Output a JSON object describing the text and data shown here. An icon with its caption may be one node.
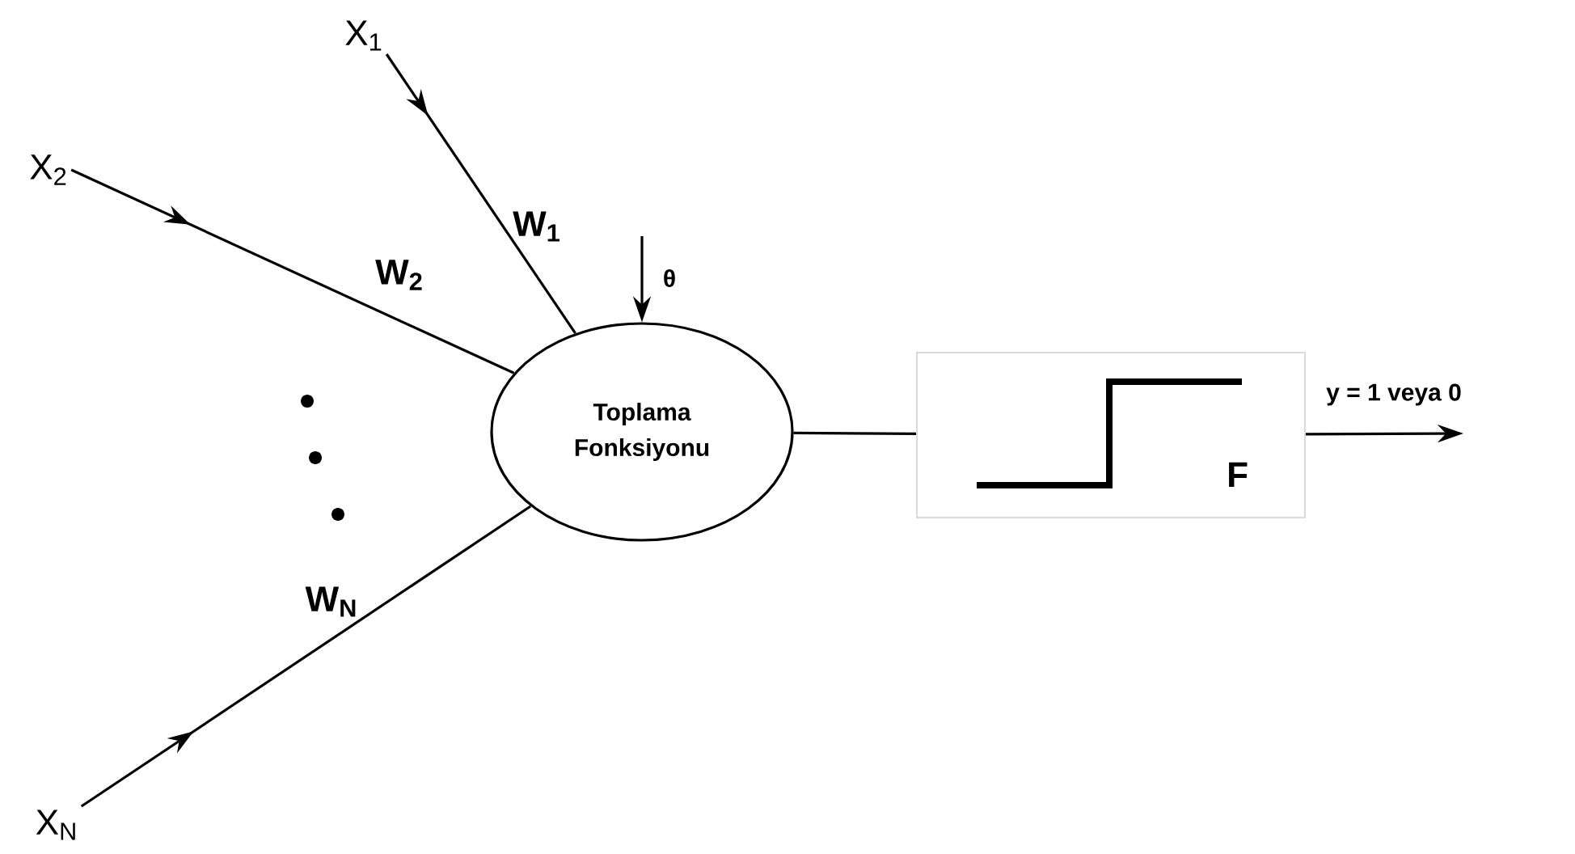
{
  "diagram": {
    "nodes": [
      {
        "text": [
          "X$_{1}$"
        ]
      },
      {
        "text": [
          "X$_{2}$"
        ]
      },
      {
        "text": [
          "X$_{N}$"
        ]
      },
      {
        "text": [
          "Toplama Fonksiyonu"
        ]
      },
      {
        "text": [
          "F"
        ]
      }
    ],
    "edges": [
      {
        "from": 0,
        "to": 3,
        "arrow": "to",
        "label": "W$_{1}$"
      },
      {
        "from": 1,
        "to": 3,
        "arrow": "to",
        "label": "W$_{2}$"
      },
      {
        "from": 2,
        "to": 3,
        "arrow": "to",
        "label": "W$_{N}$"
      },
      {
        "from": null,
        "to": 3,
        "arrow": "to",
        "label": "θ"
      },
      {
        "from": 3,
        "to": 4,
        "arrow": "none"
      },
      {
        "from": 4,
        "to": null,
        "arrow": "to",
        "label": "y = 1 veya 0"
      }
    ]
  }
}
